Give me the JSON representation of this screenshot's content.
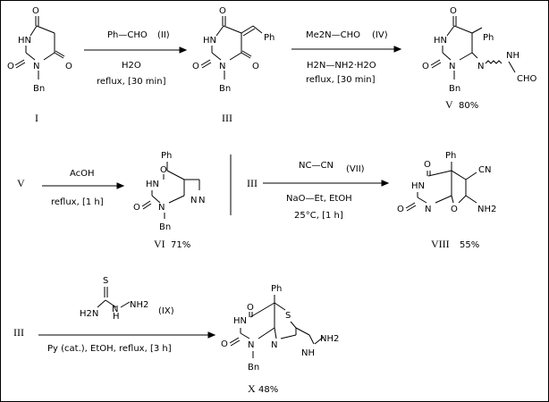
{
  "scheme": {
    "atoms": {
      "HN": "HN",
      "O": "O",
      "N": "N",
      "Bn": "Bn",
      "Ph": "Ph",
      "H2N": "H2N",
      "NH2": "NH2",
      "NH": "NH",
      "NH_lower": "H",
      "CN": "CN",
      "S": "S",
      "HN_hydrazide": "NH",
      "CHO": "CHO"
    },
    "compounds": {
      "I": "I",
      "III": "III",
      "V": "V",
      "V_yield": "80%",
      "VI": "VI",
      "VI_yield": "71%",
      "VIII": "VIII",
      "VIII_yield": "55%",
      "X": "X",
      "X_yield": "48%"
    },
    "reactions": {
      "r1": {
        "reagent": "Ph—CHO",
        "tag": "(II)",
        "solvent": "H2O",
        "conditions": "reflux, [30 min]"
      },
      "r2": {
        "reagent": "Me2N—CHO",
        "tag": "(IV)",
        "reagent2": "H2N—NH2·H2O",
        "conditions": "reflux, [30 min]"
      },
      "r3": {
        "start": "V",
        "reagent": "AcOH",
        "conditions": "reflux, [1 h]"
      },
      "r4": {
        "start": "III",
        "reagent": "NC⁠—CN",
        "tag": "(VII)",
        "base": "NaO—Et, EtOH",
        "conditions": "25°C, [1 h]"
      },
      "r5": {
        "start": "III",
        "tag": "(IX)",
        "conditions": "Py (cat.), EtOH, reflux, [3 h]"
      }
    }
  }
}
